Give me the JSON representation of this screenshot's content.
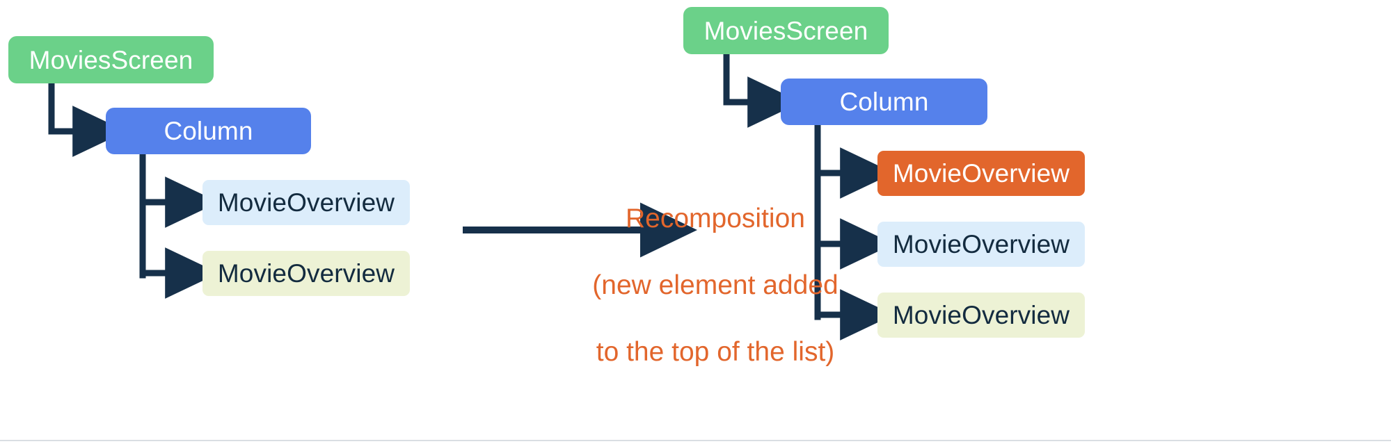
{
  "diagram": {
    "title_text": "Recomposition (new element added to the top of the list)",
    "caption": {
      "line1": "Recomposition",
      "line2": "(new element added",
      "line3": "to the top of the list)"
    },
    "colors": {
      "green": "#6BD189",
      "blue": "#5581EB",
      "orange": "#E2662C",
      "light_blue": "#DCEDFB",
      "light_yellow": "#EDF2D5",
      "arrow_dark": "#16304A",
      "text_dark": "#132B3F",
      "text_white": "#FFFFFF",
      "background": "#FFFFFF",
      "rule": "#D9DEE3"
    },
    "before": {
      "label": "before-recomposition-tree",
      "nodes": [
        {
          "id": "movies-screen",
          "label": "MoviesScreen",
          "fill": "green",
          "text": "white"
        },
        {
          "id": "column",
          "label": "Column",
          "fill": "blue",
          "text": "white"
        },
        {
          "id": "movie-overview-1",
          "label": "MovieOverview",
          "fill": "light_blue",
          "text": "dark"
        },
        {
          "id": "movie-overview-2",
          "label": "MovieOverview",
          "fill": "light_yellow",
          "text": "dark"
        }
      ]
    },
    "after": {
      "label": "after-recomposition-tree",
      "nodes": [
        {
          "id": "movies-screen",
          "label": "MoviesScreen",
          "fill": "green",
          "text": "white"
        },
        {
          "id": "column",
          "label": "Column",
          "fill": "blue",
          "text": "white"
        },
        {
          "id": "movie-overview-new",
          "label": "MovieOverview",
          "fill": "orange",
          "text": "white"
        },
        {
          "id": "movie-overview-1",
          "label": "MovieOverview",
          "fill": "light_blue",
          "text": "dark"
        },
        {
          "id": "movie-overview-2",
          "label": "MovieOverview",
          "fill": "light_yellow",
          "text": "dark"
        }
      ]
    },
    "transition_arrow": {
      "label": "recomposition-transition-arrow",
      "direction": "right"
    }
  }
}
